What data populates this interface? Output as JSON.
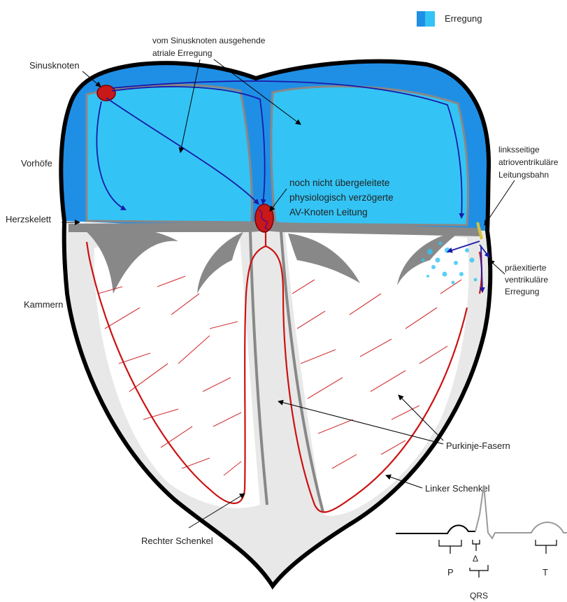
{
  "legend": {
    "label": "Erregung",
    "swatch_dark": "#1f8fe6",
    "swatch_light": "#33c4f5"
  },
  "labels": {
    "sinusknoten": "Sinusknoten",
    "atrial_line1": "vom Sinusknoten ausgehende",
    "atrial_line2": "atriale Erregung",
    "vorhoefe": "Vorhöfe",
    "av_line1": "noch nicht übergeleitete",
    "av_line2": "physiologisch verzögerte",
    "av_line3": "AV-Knoten Leitung",
    "bahn_line1": "linksseitige",
    "bahn_line2": "atrioventrikuläre",
    "bahn_line3": "Leitungsbahn",
    "herzskelett": "Herzskelett",
    "praex_line1": "präexitierte",
    "praex_line2": "ventrikuläre",
    "praex_line3": "Erregung",
    "kammern": "Kammern",
    "purkinje": "Purkinje-Fasern",
    "linker": "Linker Schenkel",
    "rechter": "Rechter Schenkel"
  },
  "ecg": {
    "p": "P",
    "delta": "Δ",
    "qrs": "QRS",
    "t": "T"
  },
  "colors": {
    "atrium_light": "#33c4f5",
    "atrium_dark": "#1f8fe6",
    "ventricle_wall": "#e8e8e8",
    "skeleton": "#888888",
    "conduction": "#cc1111",
    "node": "#c81818",
    "arrow": "#1a1aa8",
    "outline": "#000000"
  }
}
